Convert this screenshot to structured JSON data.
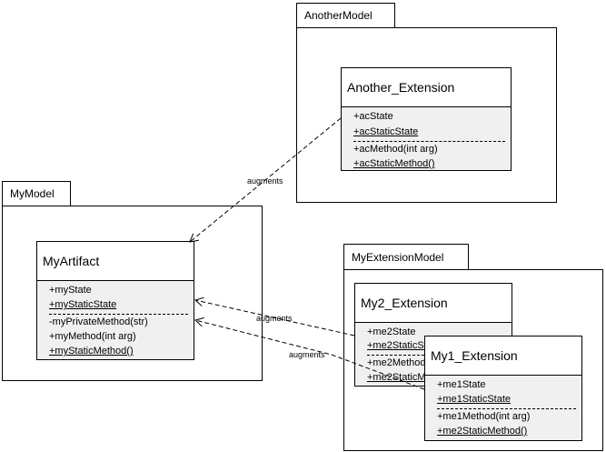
{
  "packages": {
    "another_model": "AnotherModel",
    "my_model": "MyModel",
    "my_extension_model": "MyExtensionModel"
  },
  "classes": {
    "another_extension": {
      "name": "Another_Extension",
      "attributes": [
        "+acState",
        "+acStaticState"
      ],
      "operations": [
        "+acMethod(int arg)",
        "+acStaticMethod()"
      ]
    },
    "my_artifact": {
      "name": "MyArtifact",
      "attributes": [
        "+myState",
        "+myStaticState"
      ],
      "operations": [
        "-myPrivateMethod(str)",
        "+myMethod(int arg)",
        "+myStaticMethod()"
      ]
    },
    "my2_extension": {
      "name": "My2_Extension",
      "attributes": [
        "+me2State",
        "+me2StaticState"
      ],
      "operations": [
        "+me2Method(int arg)",
        "+me2StaticMethod()"
      ]
    },
    "my1_extension": {
      "name": "My1_Extension",
      "attributes": [
        "+me1State",
        "+me1StaticState"
      ],
      "operations": [
        "+me1Method(int arg)",
        "+me2StaticMethod()"
      ]
    }
  },
  "relations": {
    "another_to_artifact": "augments",
    "my2_to_artifact": "augments",
    "my1_to_artifact": "augments"
  }
}
